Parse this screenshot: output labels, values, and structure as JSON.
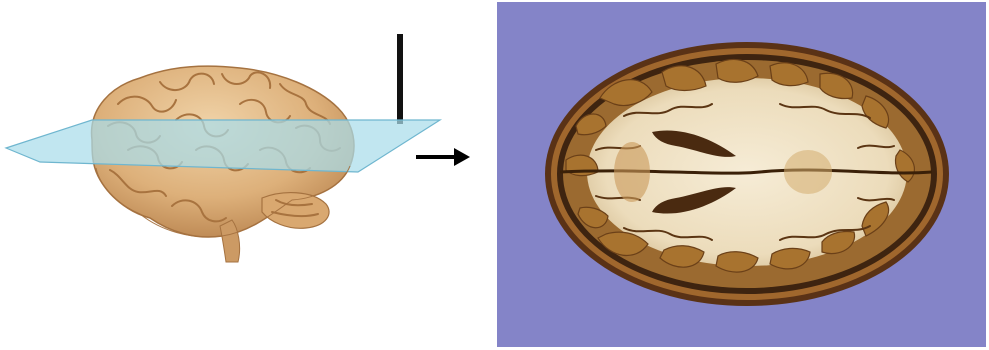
{
  "diagram": {
    "left_panel": {
      "subject": "brain-3d-with-horizontal-plane",
      "plane_color": "#a9dcea"
    },
    "arrow": {
      "direction": "right",
      "color": "#000000"
    },
    "right_panel": {
      "subject": "horizontal-brain-section",
      "background_color": "#8484c8"
    }
  }
}
